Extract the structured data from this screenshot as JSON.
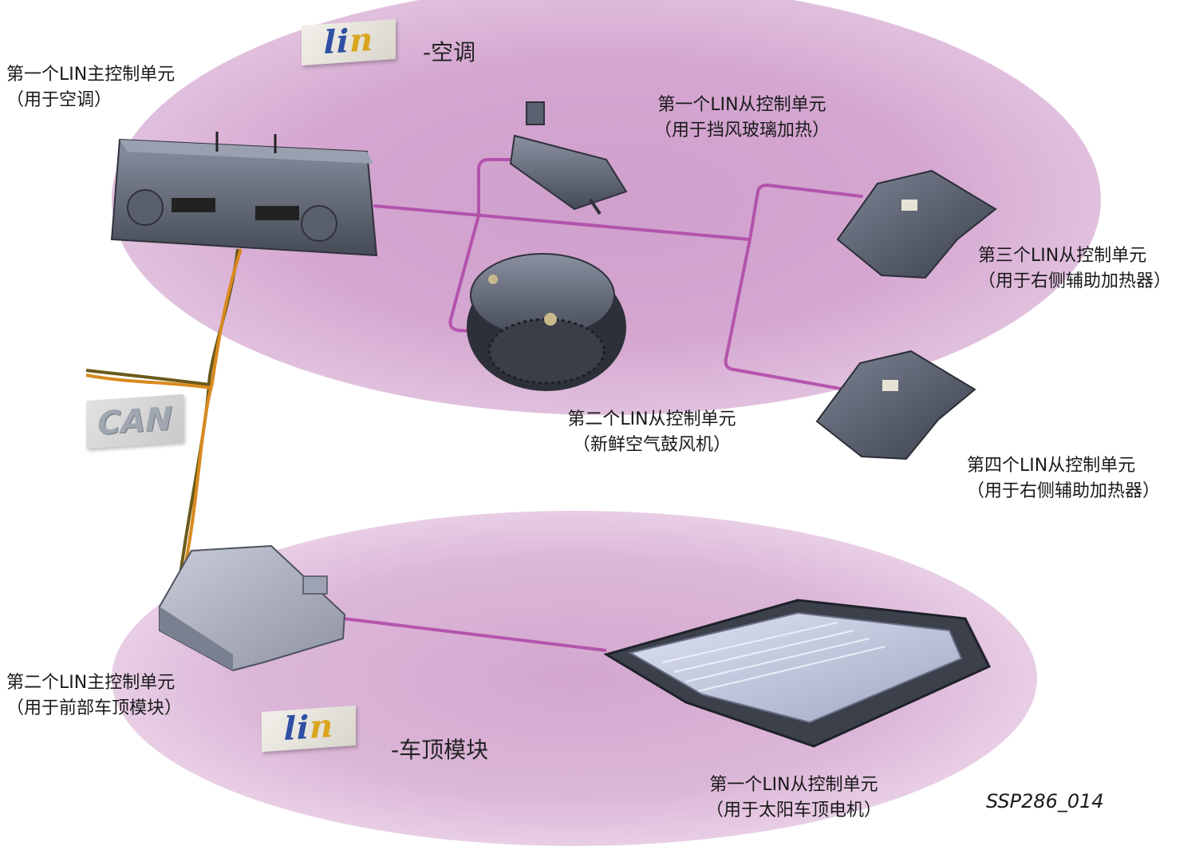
{
  "groups": {
    "top": {
      "tag": "-空调"
    },
    "bottom": {
      "tag": "-车顶模块"
    }
  },
  "logos": {
    "lin": "lin",
    "can": "CAN"
  },
  "components": {
    "master1": {
      "line1": "第一个LIN主控制单元",
      "line2": "（用于空调）"
    },
    "slave1_windshield": {
      "line1": "第一个LIN从控制单元",
      "line2": "（用于挡风玻璃加热）"
    },
    "slave2_blower": {
      "line1": "第二个LIN从控制单元",
      "line2": "（新鲜空气鼓风机）"
    },
    "slave3_heater": {
      "line1": "第三个LIN从控制单元",
      "line2": "（用于右侧辅助加热器）"
    },
    "slave4_heater": {
      "line1": "第四个LIN从控制单元",
      "line2": "（用于右侧辅助加热器）"
    },
    "master2": {
      "line1": "第二个LIN主控制单元",
      "line2": "（用于前部车顶模块）"
    },
    "slave_sunroof": {
      "line1": "第一个LIN从控制单元",
      "line2": "（用于太阳车顶电机）"
    }
  },
  "image_code": "SSP286_014",
  "colors": {
    "cluster": "#d4a6d0",
    "lin_wire": "#b04aa8",
    "can_wire_a": "#6b5a1a",
    "can_wire_b": "#d88a1e",
    "device": "#5f6472"
  }
}
